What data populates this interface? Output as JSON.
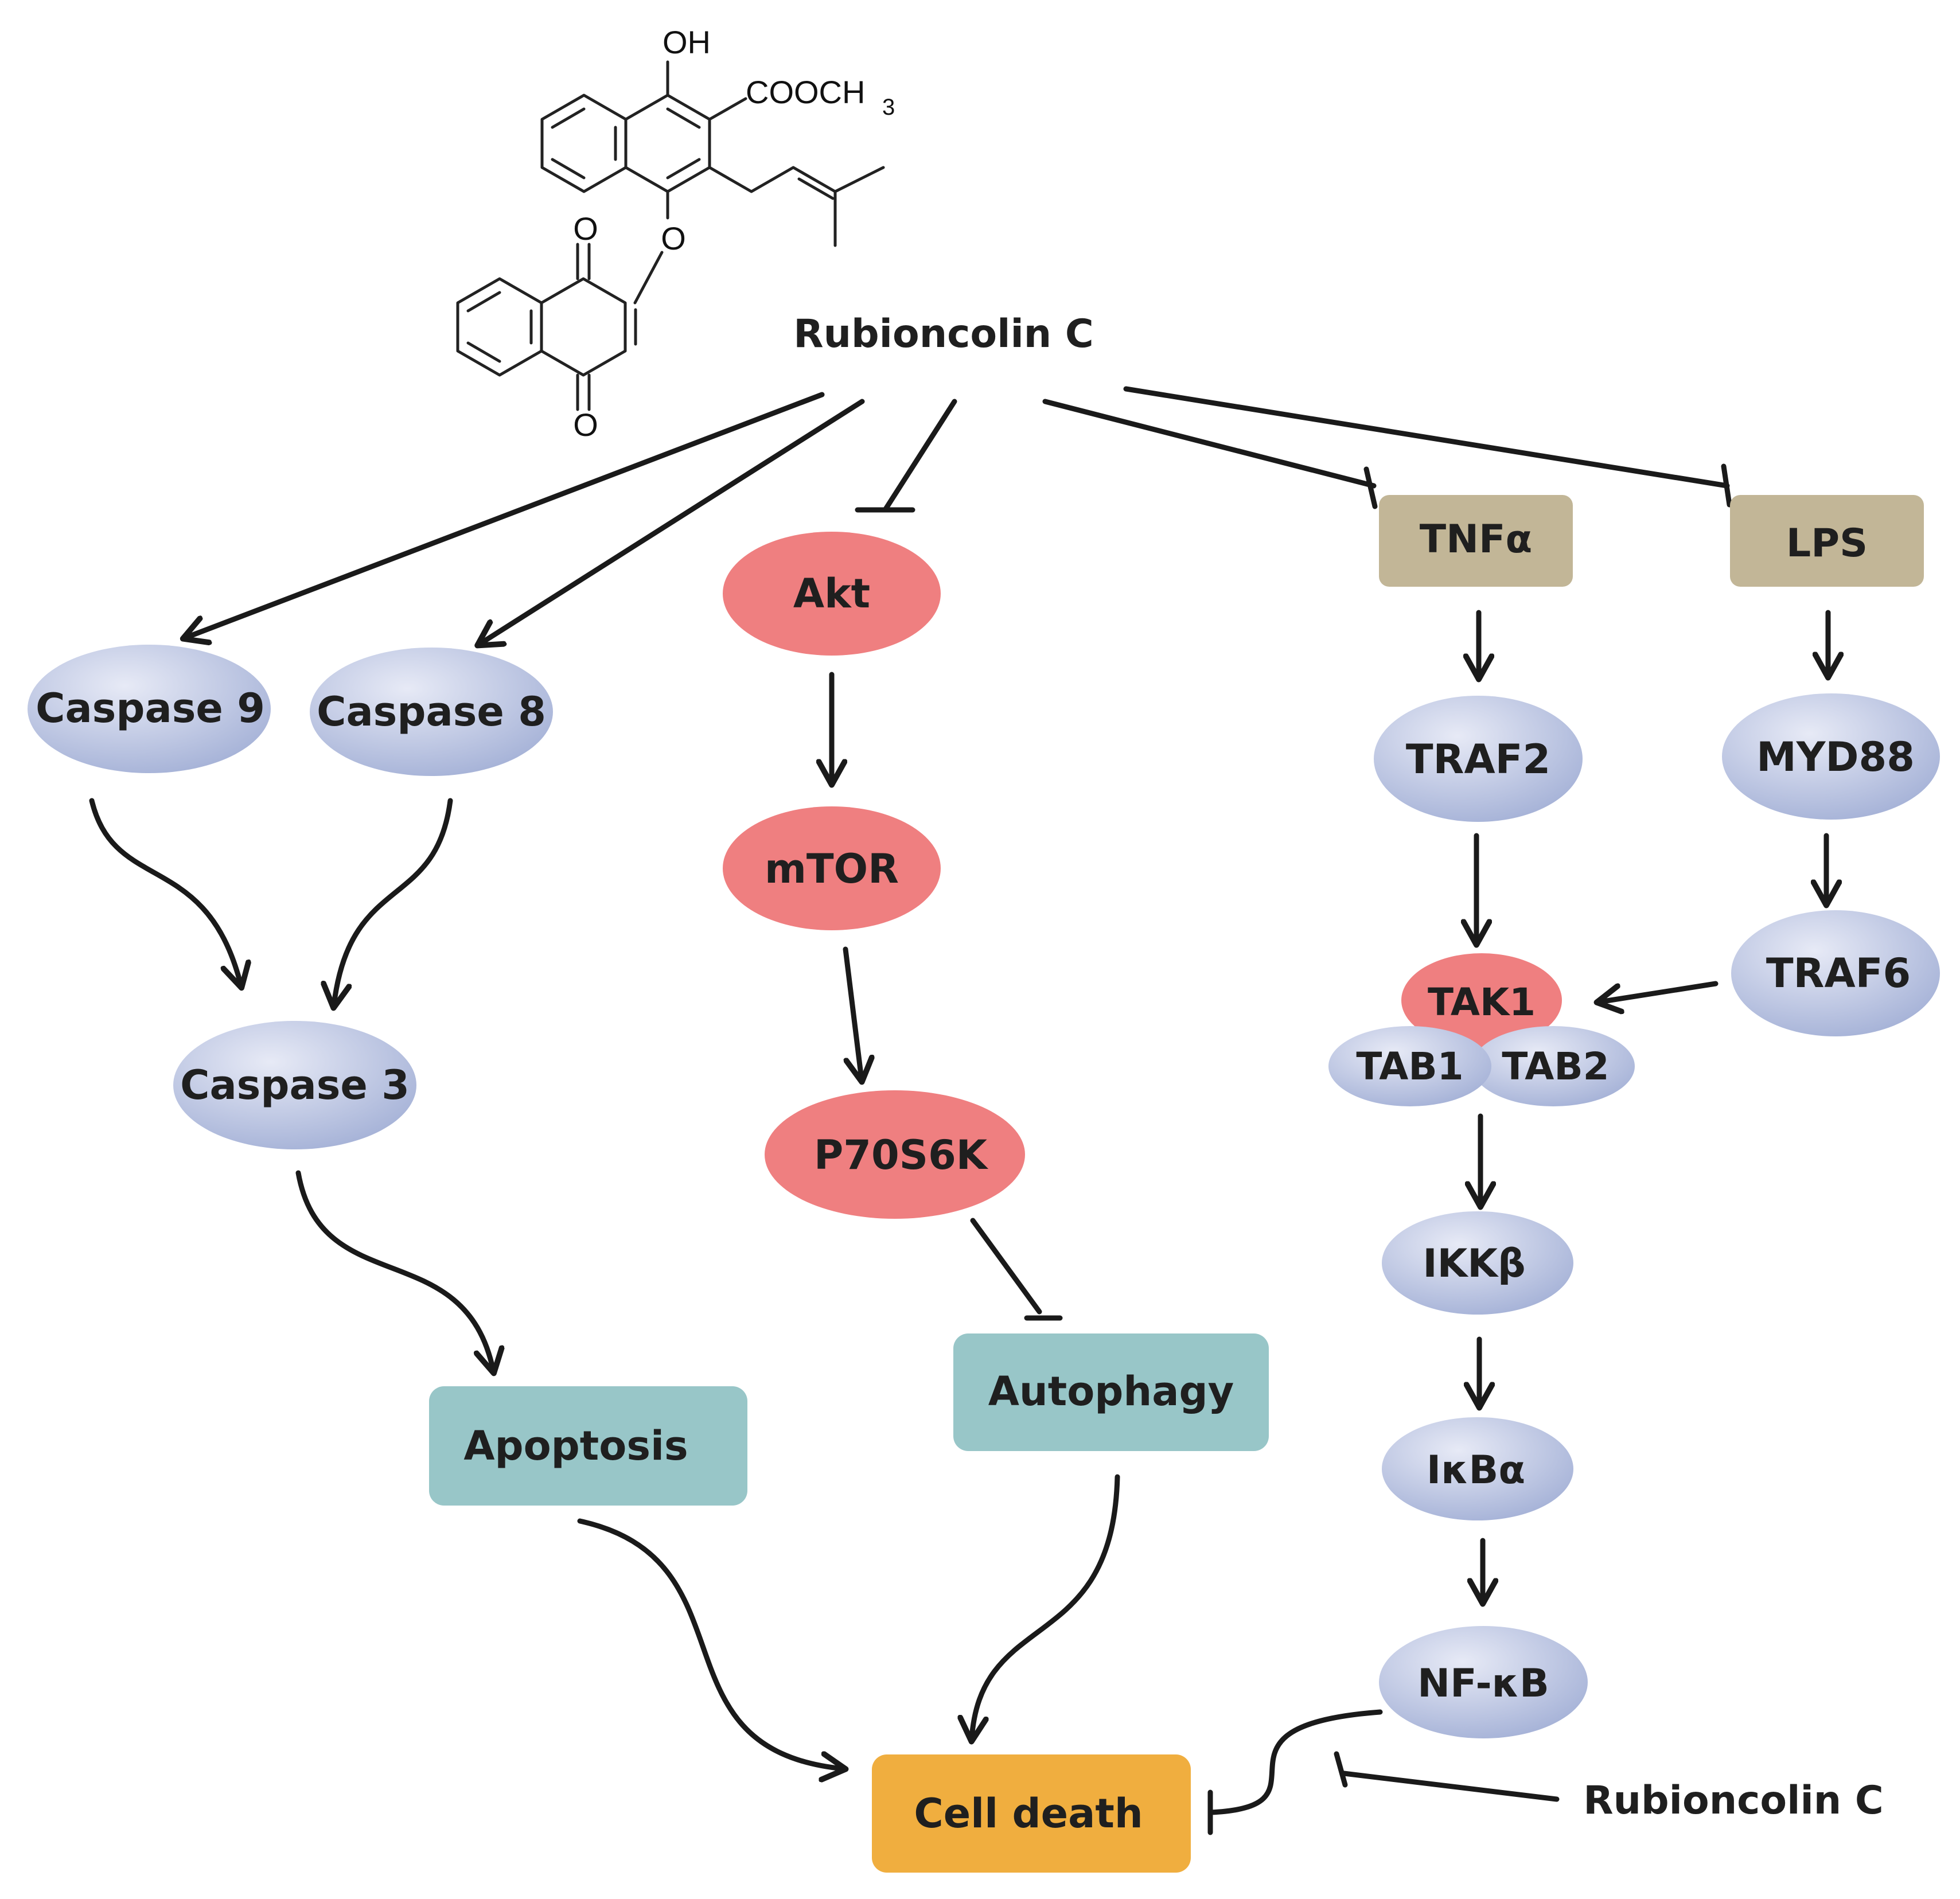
{
  "compound": {
    "name": "Rubioncolin C",
    "label_bottom": "Rubioncolin C",
    "structure_labels": {
      "oh": "OH",
      "ester": "COOCH",
      "ester_sub": "3",
      "ether_o": "O",
      "keto_o_top": "O",
      "keto_o_bottom": "O"
    }
  },
  "nodes": {
    "caspase9": "Caspase 9",
    "caspase8": "Caspase 8",
    "caspase3": "Caspase 3",
    "apoptosis": "Apoptosis",
    "akt": "Akt",
    "mtor": "mTOR",
    "p70s6k": "P70S6K",
    "autophagy": "Autophagy",
    "tnfa": "TNFα",
    "lps": "LPS",
    "traf2": "TRAF2",
    "myd88": "MYD88",
    "traf6": "TRAF6",
    "tak1": "TAK1",
    "tab1": "TAB1",
    "tab2": "TAB2",
    "ikkb": "IKKβ",
    "ikba": "IκBα",
    "nfkb": "NF-κB",
    "cell_death": "Cell death"
  },
  "colors": {
    "receptor_box": "#c2b697",
    "kinase_red": "#ef7f80",
    "protein_blue_light": "#e3e7f4",
    "protein_blue_dark": "#a6b3d7",
    "process_teal": "#98c6c8",
    "outcome_orange": "#f0ae3f",
    "edge": "#1a1a1a"
  }
}
